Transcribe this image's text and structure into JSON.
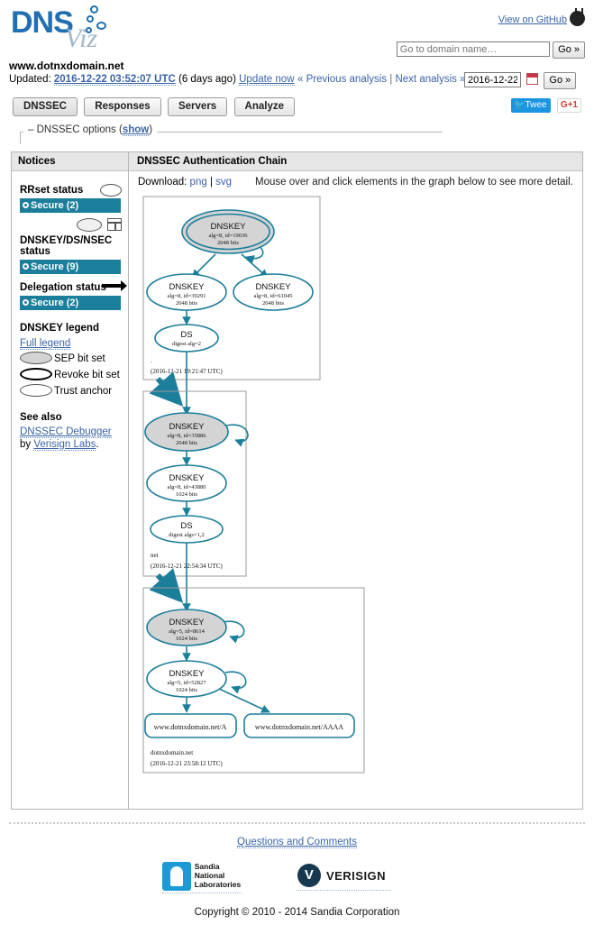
{
  "header": {
    "logo_dns": "DNS",
    "logo_viz": "Viz",
    "github_label": "View on GitHub",
    "github_icon": "github-mark-icon",
    "search_placeholder": "Go to domain name…",
    "search_value": "",
    "go_label": "Go »"
  },
  "domain": {
    "name": "www.dotnxdomain.net",
    "updated_label": "Updated:",
    "updated_time": "2016-12-22 03:52:07 UTC",
    "updated_age": "(6 days ago)",
    "update_now": "Update now",
    "prev_analysis": "« Previous analysis",
    "sep": "|",
    "next_analysis": "Next analysis »",
    "date_value": "2016-12-22",
    "calendar_icon": "calendar-icon",
    "date_go": "Go »"
  },
  "tabs": [
    {
      "label": "DNSSEC",
      "selected": true
    },
    {
      "label": "Responses",
      "selected": false
    },
    {
      "label": "Servers",
      "selected": false
    },
    {
      "label": "Analyze",
      "selected": false
    }
  ],
  "social": {
    "tweet_label": "Twee",
    "tweet_icon": "twitter-bird-icon",
    "gplus_label": "G+1"
  },
  "options": {
    "prefix": "– DNSSEC options (",
    "link": "show",
    "suffix": ")"
  },
  "notices": {
    "title": "Notices",
    "sections": [
      {
        "heading": "RRset status",
        "icon": "rrset-oval-icon",
        "items": [
          {
            "label": "Secure (2)",
            "color": "#1b7e9b",
            "icon": "status-dot-icon"
          }
        ]
      },
      {
        "heading": "DNSKEY/DS/NSEC status",
        "icon": "dnskey-ds-nsec-icon",
        "items": [
          {
            "label": "Secure (9)",
            "color": "#1b7e9b",
            "icon": "status-dot-icon"
          }
        ]
      },
      {
        "heading": "Delegation status",
        "icon": "delegation-arrow-icon",
        "items": [
          {
            "label": "Secure (2)",
            "color": "#1b7e9b",
            "icon": "status-dot-icon"
          }
        ]
      }
    ],
    "legend": {
      "heading": "DNSKEY legend",
      "full_legend": "Full legend",
      "rows": [
        {
          "label": "SEP bit set",
          "icon": "sep-ellipse-icon"
        },
        {
          "label": "Revoke bit set",
          "icon": "revoke-ellipse-icon"
        },
        {
          "label": "Trust anchor",
          "icon": "trust-anchor-ellipse-icon"
        }
      ]
    },
    "see_also": {
      "heading": "See also",
      "link1": "DNSSEC Debugger",
      "by": " by ",
      "link2": "Verisign Labs",
      "period": "."
    }
  },
  "graph": {
    "title": "DNSSEC Authentication Chain",
    "download_label": "Download:",
    "png": "png",
    "sep": "|",
    "svg": "svg",
    "hint": "Mouse over and click elements in the graph below to see more detail.",
    "accent": "#1b7e9b",
    "sep_fill": "#d4d4d4"
  },
  "chart_data": {
    "type": "diagram",
    "title": "DNSSEC Authentication Chain",
    "clusters": [
      {
        "name": "root-zone",
        "zone_label": ".",
        "timestamp": "(2016-12-21 19:21:47 UTC)",
        "nodes": [
          {
            "id": "root-ksk",
            "type": "DNSKEY",
            "line1": "DNSKEY",
            "line2": "alg=8, id=19036",
            "line3": "2048 bits",
            "sep": true,
            "trust_anchor": true
          },
          {
            "id": "root-zsk-1",
            "type": "DNSKEY",
            "line1": "DNSKEY",
            "line2": "alg=8, id=39291",
            "line3": "2048 bits",
            "sep": false,
            "trust_anchor": false
          },
          {
            "id": "root-zsk-2",
            "type": "DNSKEY",
            "line1": "DNSKEY",
            "line2": "alg=8, id=61045",
            "line3": "2048 bits",
            "sep": false,
            "trust_anchor": false
          },
          {
            "id": "root-ds",
            "type": "DS",
            "line1": "DS",
            "line2": "digest alg=2",
            "line3": "",
            "sep": false,
            "trust_anchor": false
          }
        ]
      },
      {
        "name": "net-zone",
        "zone_label": "net",
        "timestamp": "(2016-12-21 22:54:34 UTC)",
        "nodes": [
          {
            "id": "net-ksk",
            "type": "DNSKEY",
            "line1": "DNSKEY",
            "line2": "alg=8, id=35886",
            "line3": "2048 bits",
            "sep": true,
            "trust_anchor": false
          },
          {
            "id": "net-zsk",
            "type": "DNSKEY",
            "line1": "DNSKEY",
            "line2": "alg=8, id=43880",
            "line3": "1024 bits",
            "sep": false,
            "trust_anchor": false
          },
          {
            "id": "net-ds",
            "type": "DS",
            "line1": "DS",
            "line2": "digest algs=1,2",
            "line3": "",
            "sep": false,
            "trust_anchor": false
          }
        ]
      },
      {
        "name": "dotnxdomain-zone",
        "zone_label": "dotnxdomain.net",
        "timestamp": "(2016-12-21 23:58:12 UTC)",
        "nodes": [
          {
            "id": "dnx-ksk",
            "type": "DNSKEY",
            "line1": "DNSKEY",
            "line2": "alg=5, id=8614",
            "line3": "1024 bits",
            "sep": true,
            "trust_anchor": false
          },
          {
            "id": "dnx-zsk",
            "type": "DNSKEY",
            "line1": "DNSKEY",
            "line2": "alg=5, id=52827",
            "line3": "1024 bits",
            "sep": false,
            "trust_anchor": false
          },
          {
            "id": "rrset-a",
            "type": "RRset",
            "line1": "www.dotnxdomain.net/A",
            "line2": "",
            "line3": "",
            "sep": false,
            "trust_anchor": false
          },
          {
            "id": "rrset-aaaa",
            "type": "RRset",
            "line1": "www.dotnxdomain.net/AAAA",
            "line2": "",
            "line3": "",
            "sep": false,
            "trust_anchor": false
          }
        ]
      }
    ],
    "edges": [
      {
        "from": "root-ksk",
        "to": "root-ksk",
        "kind": "self"
      },
      {
        "from": "root-ksk",
        "to": "root-zsk-1",
        "kind": "sign"
      },
      {
        "from": "root-ksk",
        "to": "root-zsk-2",
        "kind": "sign"
      },
      {
        "from": "root-zsk-1",
        "to": "root-ds",
        "kind": "sign"
      },
      {
        "from": "root-ds",
        "to": "net-ksk",
        "kind": "delegation"
      },
      {
        "from": "net-ksk",
        "to": "net-ksk",
        "kind": "self"
      },
      {
        "from": "net-ksk",
        "to": "net-zsk",
        "kind": "sign"
      },
      {
        "from": "net-zsk",
        "to": "net-ds",
        "kind": "sign"
      },
      {
        "from": "net-ds",
        "to": "dnx-ksk",
        "kind": "delegation"
      },
      {
        "from": "dnx-ksk",
        "to": "dnx-ksk",
        "kind": "self"
      },
      {
        "from": "dnx-ksk",
        "to": "dnx-zsk",
        "kind": "sign"
      },
      {
        "from": "dnx-zsk",
        "to": "dnx-zsk",
        "kind": "self"
      },
      {
        "from": "dnx-zsk",
        "to": "rrset-a",
        "kind": "sign"
      },
      {
        "from": "dnx-zsk",
        "to": "rrset-aaaa",
        "kind": "sign"
      }
    ]
  },
  "footer": {
    "questions": "Questions and Comments",
    "sandia_l1": "Sandia",
    "sandia_l2": "National",
    "sandia_l3": "Laboratories",
    "sandia_icon": "sandia-logo-icon",
    "verisign_mark": "V",
    "verisign_label": "VERISIGN",
    "verisign_icon": "verisign-logo-icon",
    "copyright": "Copyright © 2010 - 2014 Sandia Corporation"
  }
}
